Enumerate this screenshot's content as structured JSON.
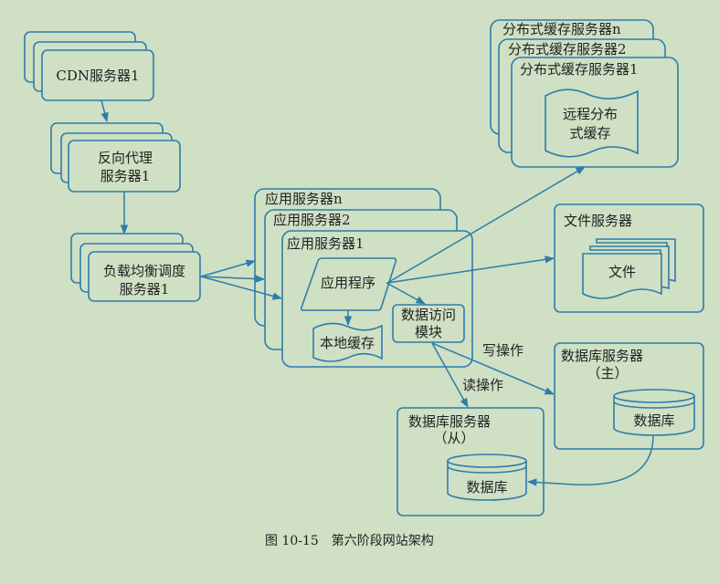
{
  "nodes": {
    "cdn": "CDN服务器1",
    "proxy": [
      "反向代理",
      "服务器1"
    ],
    "lb": [
      "负载均衡调度",
      "服务器1"
    ],
    "app_servers": [
      "应用服务器n",
      "应用服务器2",
      "应用服务器1"
    ],
    "app_program": "应用程序",
    "local_cache": "本地缓存",
    "data_access": [
      "数据访问",
      "模块"
    ],
    "cache_servers": [
      "分布式缓存服务器n",
      "分布式缓存服务器2",
      "分布式缓存服务器1"
    ],
    "remote_cache": [
      "远程分布",
      "式缓存"
    ],
    "file_server": "文件服务器",
    "file": "文件",
    "db_master": [
      "数据库服务器",
      "（主）"
    ],
    "db_slave": [
      "数据库服务器",
      "（从）"
    ],
    "database": "数据库"
  },
  "edges": {
    "write": "写操作",
    "read": "读操作"
  },
  "caption": "图 10-15　第六阶段网站架构",
  "colors": {
    "background": "#cfe0c4",
    "stroke": "#2f7cab"
  }
}
